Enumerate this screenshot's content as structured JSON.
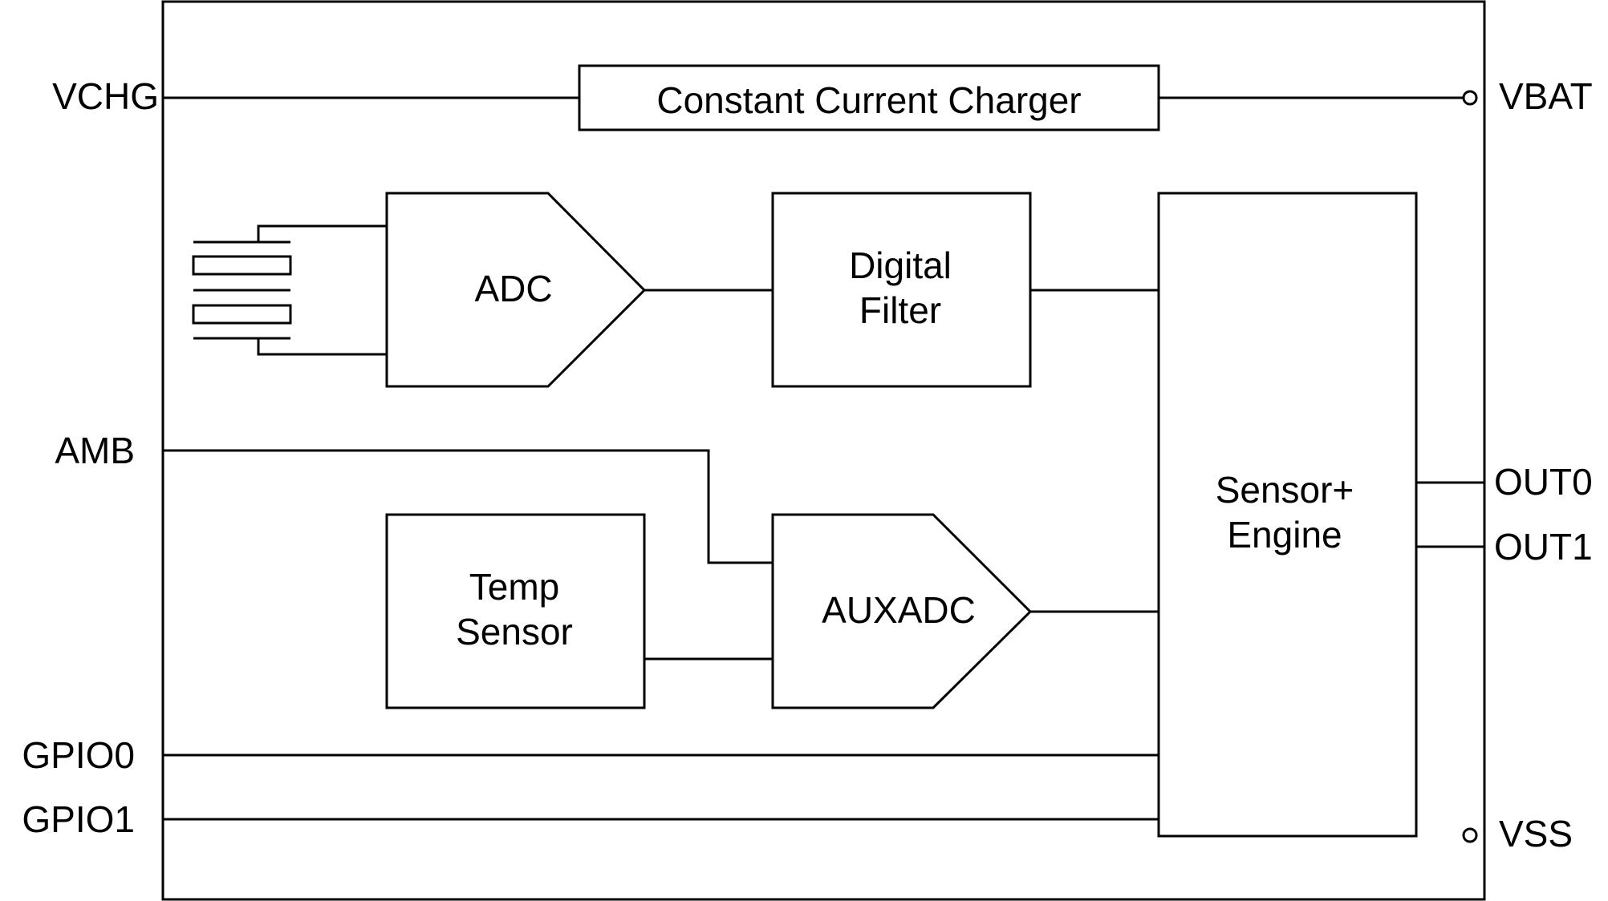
{
  "pins": {
    "vchg": "VCHG",
    "vbat": "VBAT",
    "amb": "AMB",
    "gpio0": "GPIO0",
    "gpio1": "GPIO1",
    "out0": "OUT0",
    "out1": "OUT1",
    "vss": "VSS"
  },
  "blocks": {
    "charger": "Constant Current Charger",
    "adc": "ADC",
    "digital_filter": [
      "Digital",
      "Filter"
    ],
    "temp_sensor": [
      "Temp",
      "Sensor"
    ],
    "aux_adc": "AUXADC",
    "sensor_engine": [
      "Sensor+",
      "Engine"
    ]
  },
  "colors": {
    "stroke": "#000000",
    "background": "#ffffff"
  }
}
